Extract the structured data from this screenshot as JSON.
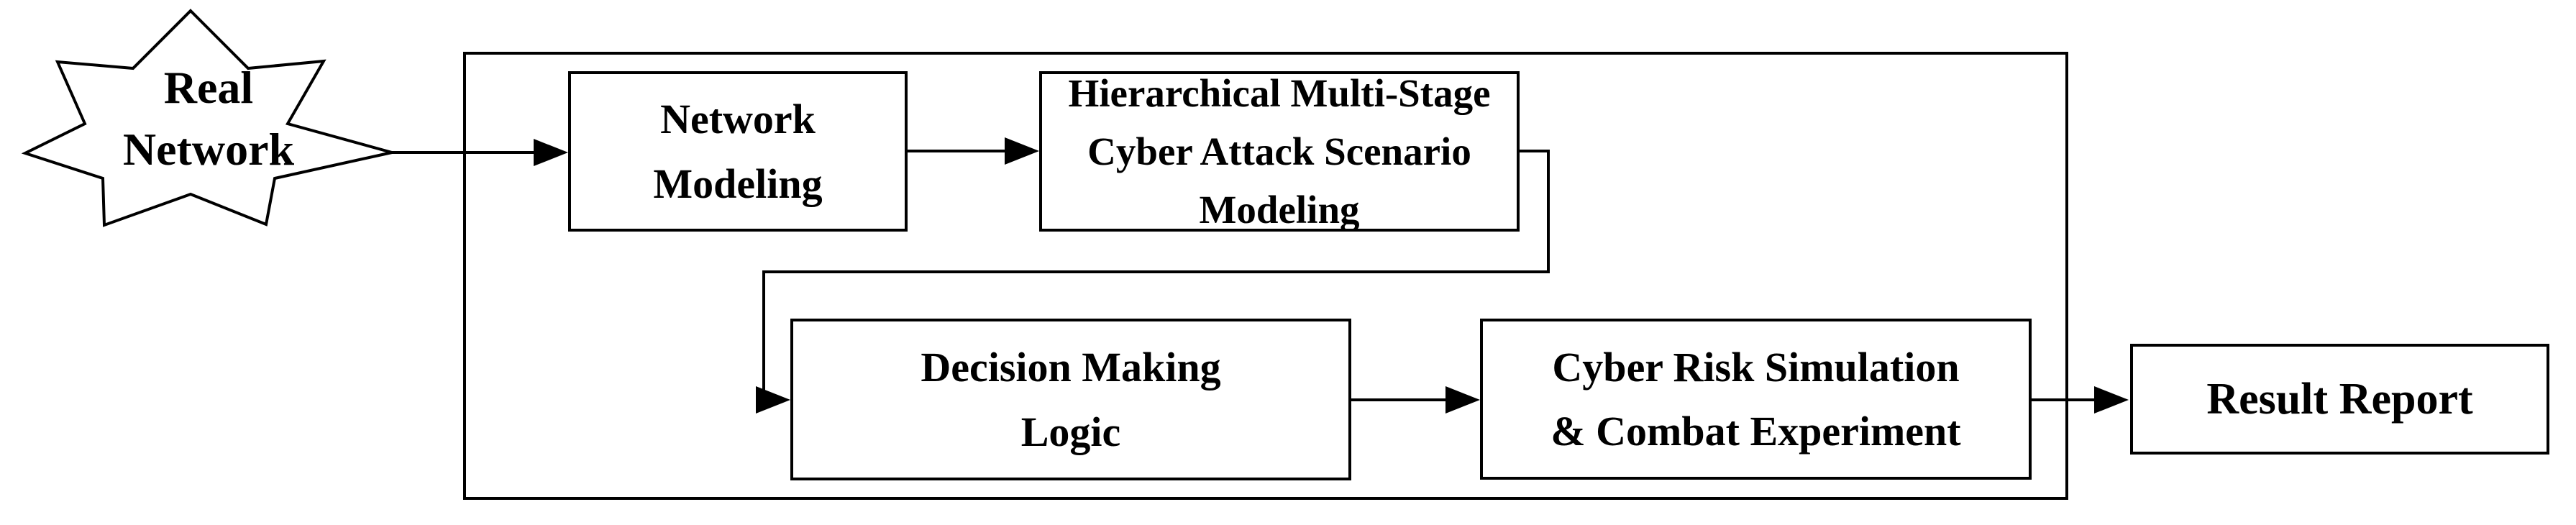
{
  "diagram": {
    "type": "flowchart",
    "colors": {
      "line": "#000000",
      "text": "#000000",
      "background": "#ffffff"
    },
    "nodes": {
      "real_network": {
        "shape": "7-point-star",
        "lines": [
          "Real",
          "Network"
        ]
      },
      "network_modeling": {
        "shape": "rectangle",
        "lines": [
          "Network",
          "Modeling"
        ]
      },
      "attack_scenario": {
        "shape": "rectangle",
        "lines": [
          "Hierarchical Multi-Stage",
          "Cyber Attack Scenario",
          "Modeling"
        ]
      },
      "decision_logic": {
        "shape": "rectangle",
        "lines": [
          "Decision Making",
          "Logic"
        ]
      },
      "risk_simulation": {
        "shape": "rectangle",
        "lines": [
          "Cyber Risk Simulation",
          "& Combat Experiment"
        ]
      },
      "result_report": {
        "shape": "rectangle",
        "lines": [
          "Result Report"
        ]
      }
    },
    "edges": [
      {
        "from": "real_network",
        "to": "network_modeling"
      },
      {
        "from": "network_modeling",
        "to": "attack_scenario"
      },
      {
        "from": "attack_scenario",
        "to": "decision_logic"
      },
      {
        "from": "decision_logic",
        "to": "risk_simulation"
      },
      {
        "from": "risk_simulation",
        "to": "result_report"
      }
    ]
  }
}
